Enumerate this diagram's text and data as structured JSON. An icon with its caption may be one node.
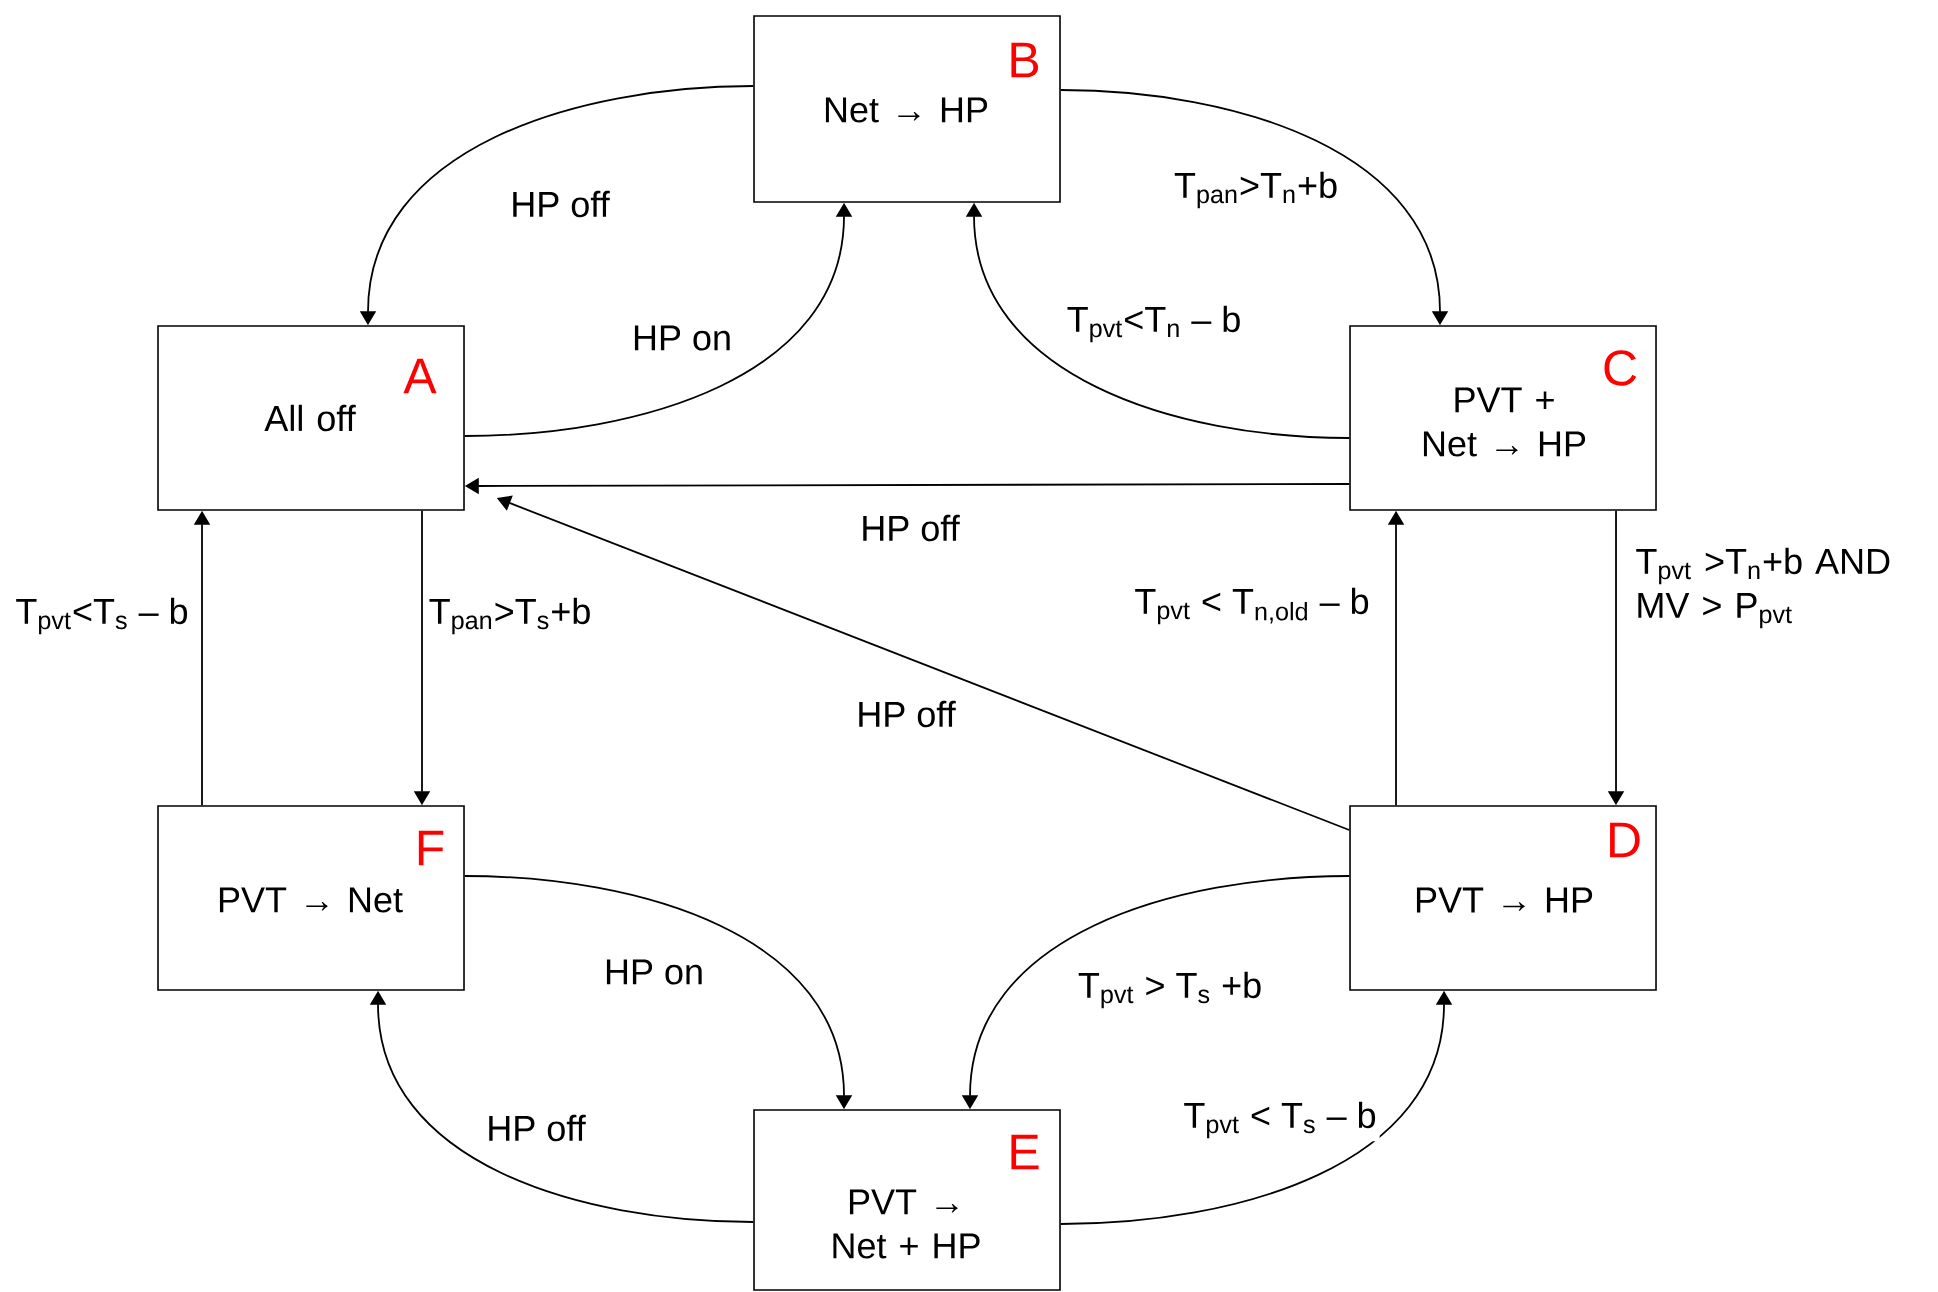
{
  "diagram": {
    "nodes": [
      {
        "text": [
          "All off",
          "A"
        ]
      },
      {
        "text": [
          "Net → HP",
          "B"
        ]
      },
      {
        "text": [
          "PVT + Net → HP",
          "C"
        ]
      },
      {
        "text": [
          "PVT → HP",
          "D"
        ]
      },
      {
        "text": [
          "PVT → Net + HP",
          "E"
        ]
      },
      {
        "text": [
          "PVT → Net",
          "F"
        ]
      }
    ],
    "edges": [
      {
        "from": 1,
        "to": 0,
        "arrow": "to",
        "label": "HP off"
      },
      {
        "from": 0,
        "to": 1,
        "arrow": "to",
        "label": "HP on"
      },
      {
        "from": 1,
        "to": 2,
        "arrow": "to",
        "label": "T$_{pan}$>T$_{n}$+b"
      },
      {
        "from": 2,
        "to": 1,
        "arrow": "to",
        "label": "T$_{pvt}$<T$_{n}$ – b"
      },
      {
        "from": 2,
        "to": 0,
        "arrow": "to",
        "label": "HP off"
      },
      {
        "from": 3,
        "to": 0,
        "arrow": "to",
        "label": "HP off"
      },
      {
        "from": 3,
        "to": 2,
        "arrow": "to",
        "label": "T$_{pvt}$ < T$_{n,old}$ – b"
      },
      {
        "from": 2,
        "to": 3,
        "arrow": "to",
        "label": "T$_{pvt}$ >T$_{n}$+b AND MV > P$_{pvt}$"
      },
      {
        "from": 0,
        "to": 5,
        "arrow": "to",
        "label": "T$_{pan}$>T$_{s}$+b"
      },
      {
        "from": 5,
        "to": 0,
        "arrow": "to",
        "label": "T$_{pvt}$<T$_{s}$ – b"
      },
      {
        "from": 5,
        "to": 4,
        "arrow": "to",
        "label": "HP on"
      },
      {
        "from": 4,
        "to": 5,
        "arrow": "to",
        "label": "HP off"
      },
      {
        "from": 3,
        "to": 4,
        "arrow": "to",
        "label": "T$_{pvt}$ > T$_{s}$ +b"
      },
      {
        "from": 4,
        "to": 3,
        "arrow": "to",
        "label": "T$_{pvt}$ < T$_{s}$ – b"
      }
    ]
  }
}
